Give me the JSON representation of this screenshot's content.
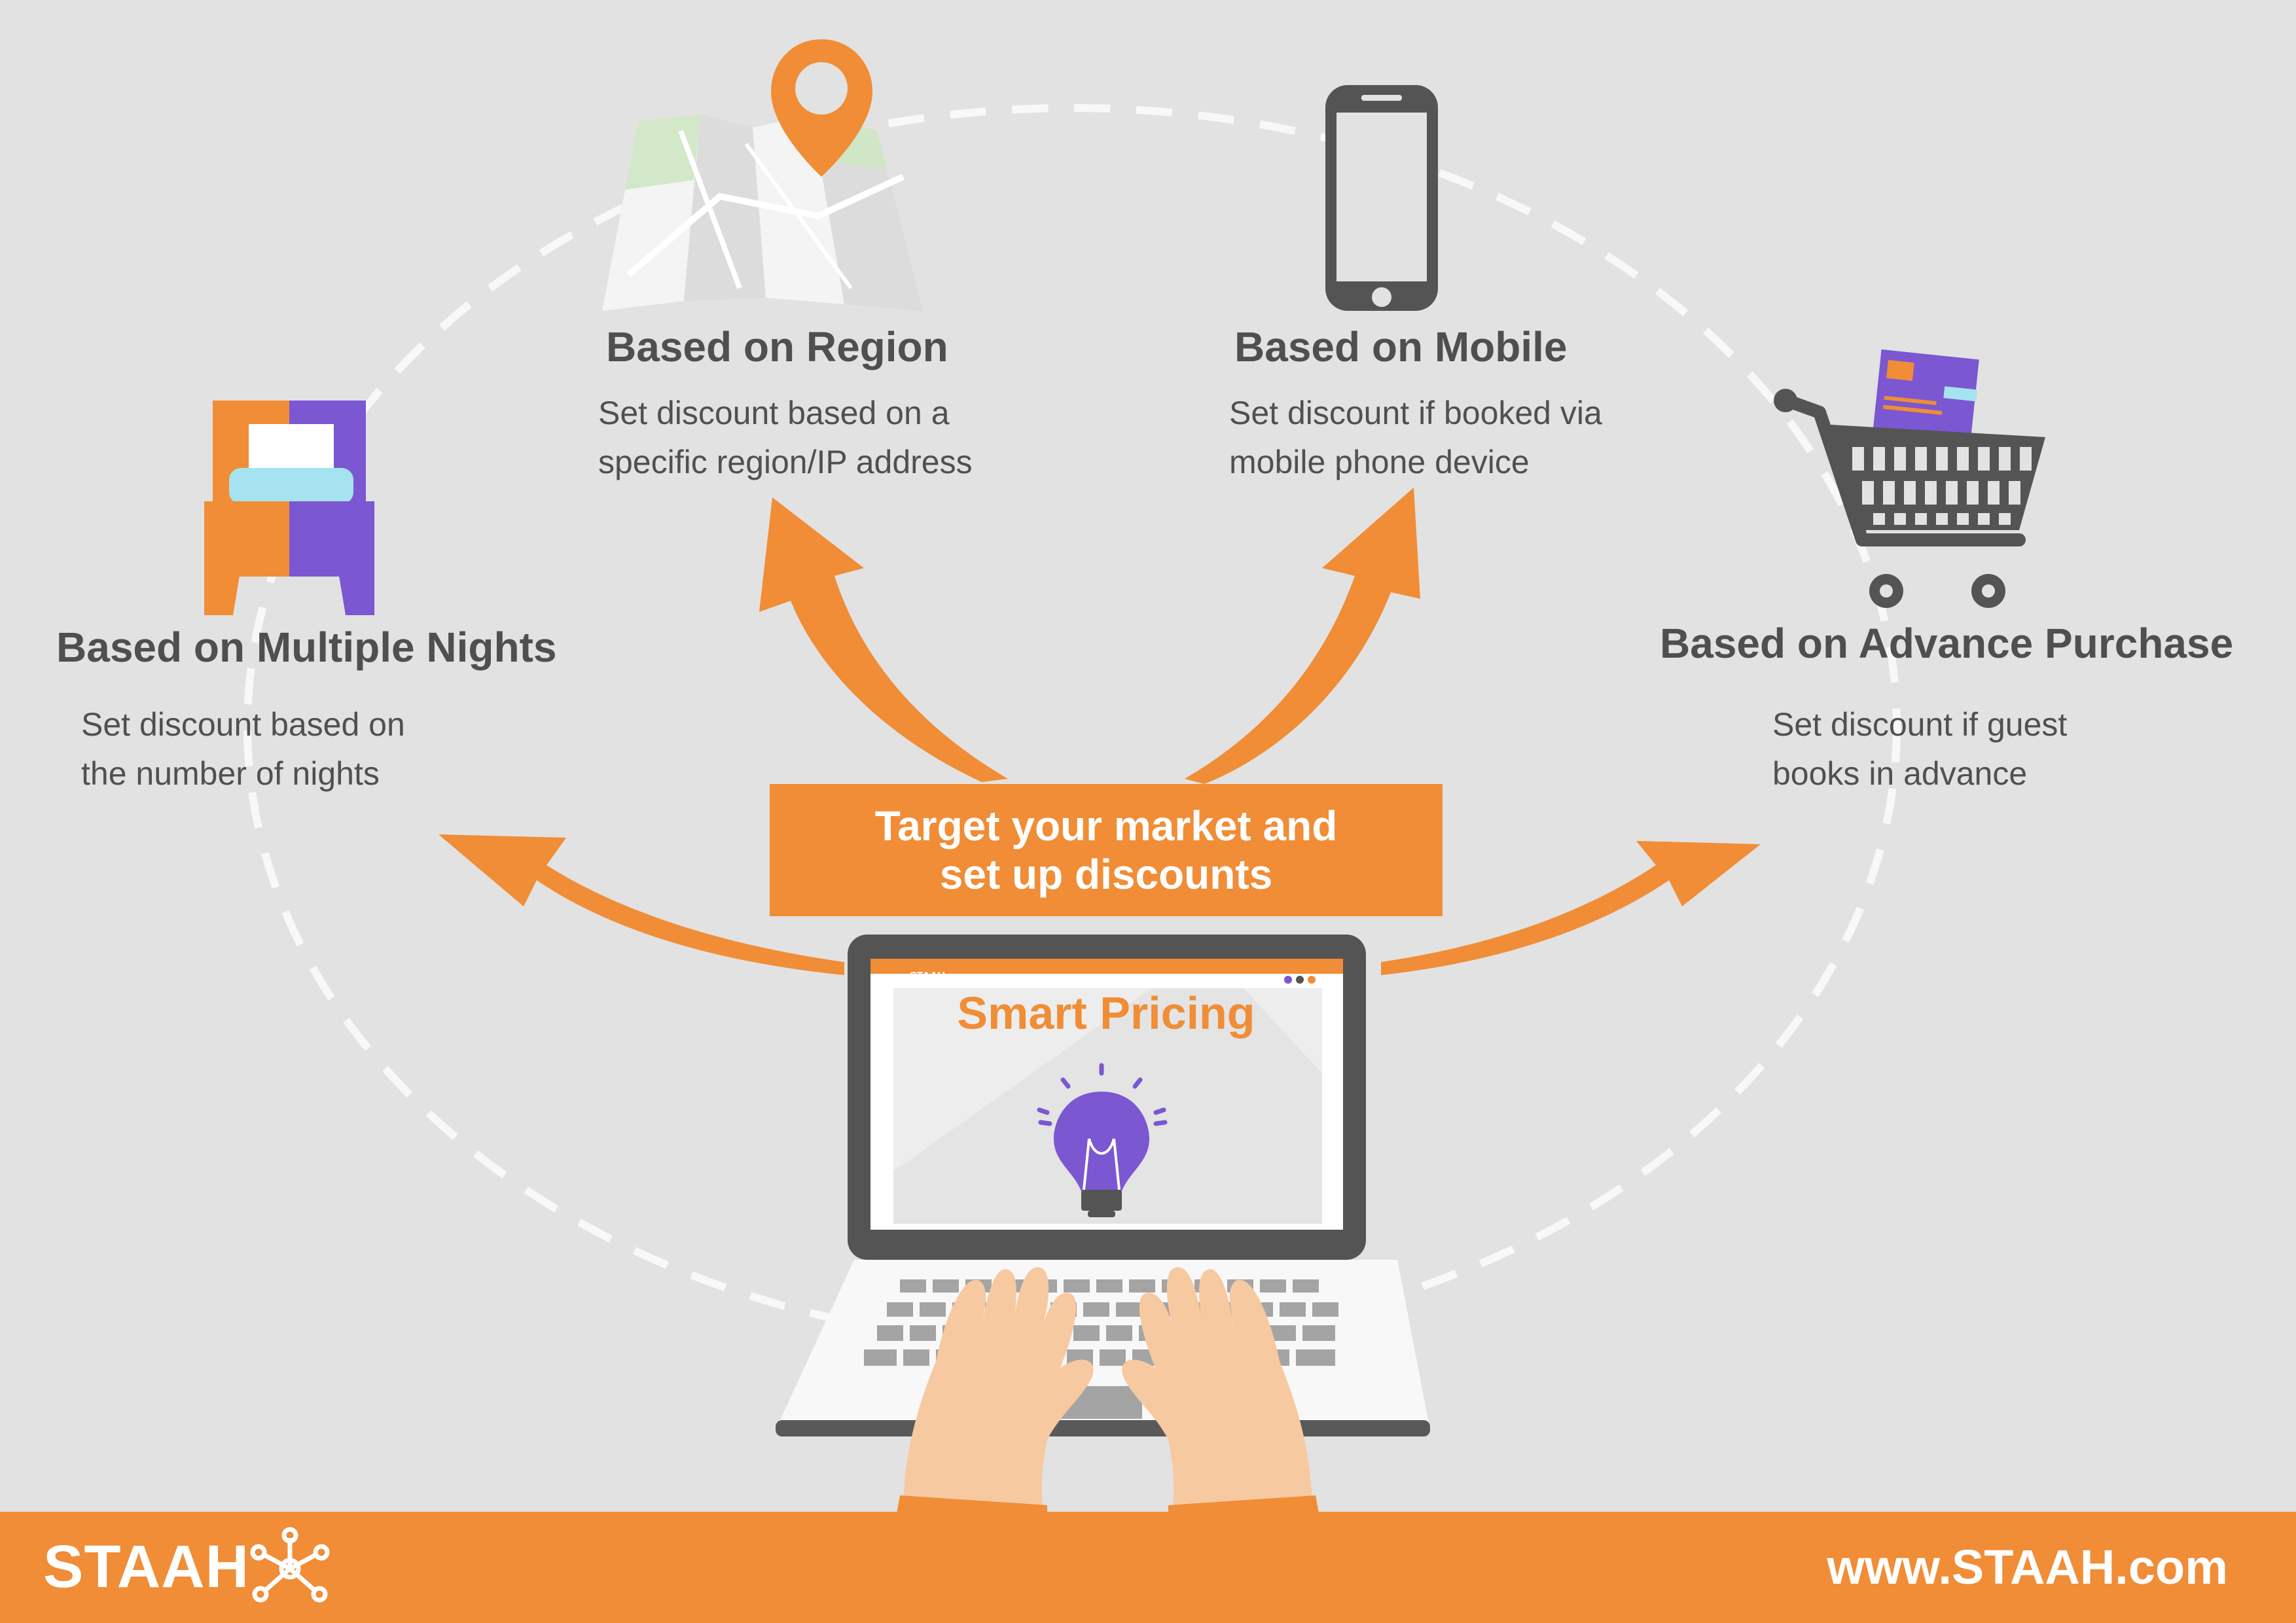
{
  "center": {
    "line1": "Target your market and",
    "line2": "set up discounts"
  },
  "laptop": {
    "screen_title": "Smart Pricing",
    "screen_brand": "STAAH"
  },
  "nodes": {
    "multiple_nights": {
      "title": "Based on Multiple Nights",
      "desc_line1": "Set discount based on",
      "desc_line2": "the number of nights",
      "icon": "bed-icon"
    },
    "region": {
      "title": "Based on Region",
      "desc_line1": "Set discount based on a",
      "desc_line2": "specific region/IP address",
      "icon": "map-pin-icon"
    },
    "mobile": {
      "title": "Based on Mobile",
      "desc_line1": "Set discount if booked via",
      "desc_line2": "mobile phone device",
      "icon": "smartphone-icon"
    },
    "advance_purchase": {
      "title": "Based on Advance Purchase",
      "desc_line1": "Set discount if guest",
      "desc_line2": "books in advance",
      "icon": "shopping-cart-icon"
    }
  },
  "footer": {
    "brand": "STAAH",
    "website": "www.STAAH.com"
  },
  "colors": {
    "accent_orange": "#f08d36",
    "accent_purple": "#7b57d1",
    "background": "#e2e2e2",
    "text_gray": "#4f4f4f"
  }
}
